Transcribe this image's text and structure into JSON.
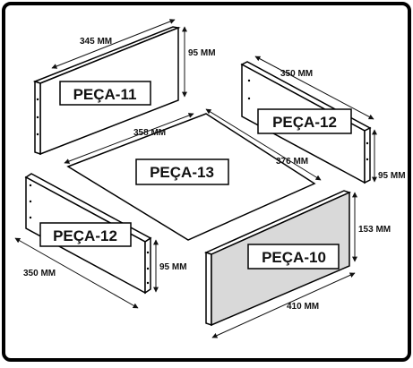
{
  "parts": {
    "p11": {
      "label": "PEÇA-11",
      "length": "345 MM",
      "height": "95 MM"
    },
    "p12_right": {
      "label": "PEÇA-12",
      "length": "350 MM",
      "height": "95 MM"
    },
    "p13": {
      "label": "PEÇA-13",
      "length": "358 MM",
      "depth": "376 MM"
    },
    "p12_left": {
      "label": "PEÇA-12",
      "length": "350 MM",
      "height": "95 MM"
    },
    "p10": {
      "label": "PEÇA-10",
      "length": "410 MM",
      "height": "153 MM"
    }
  },
  "colors": {
    "border": "#000000",
    "panel": "#ffffff",
    "panel_p10": "#d9d9d9",
    "ink": "#111111"
  }
}
